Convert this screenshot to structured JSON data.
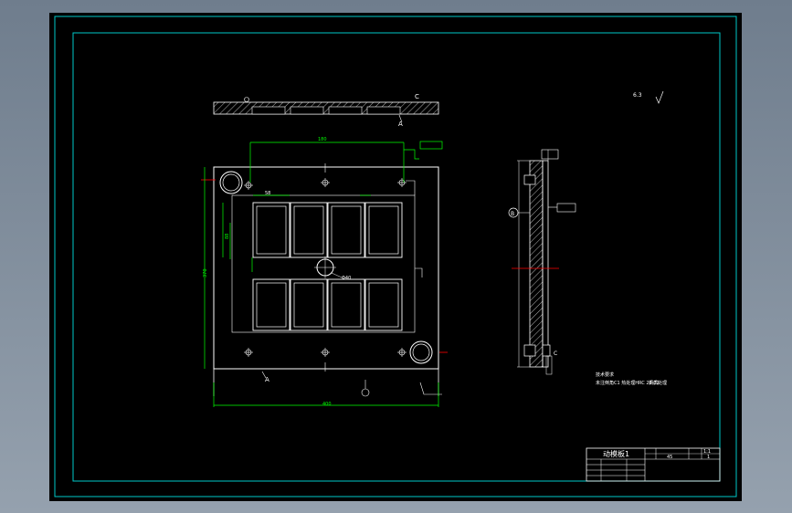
{
  "drawing": {
    "title_block": {
      "name": "动模板1",
      "scale": "1:1",
      "sheet": "1",
      "material": "45"
    },
    "section_labels": {
      "top_a": "A",
      "top_c": "C",
      "left_a": "A",
      "right_b": "B",
      "right_c": "C"
    },
    "notes": {
      "roughness": "6.3",
      "note_line1": "技术要求",
      "note_line2": "未注倒角C1 热处理HRC 28-32",
      "note_line3": "调质处理"
    },
    "dimensions": {
      "overall_width": "400",
      "overall_height": "370",
      "hole_pitch": "180",
      "pocket_width": "58",
      "pocket_height": "88",
      "center_hole": "Φ40"
    },
    "colors": {
      "border": "#00c8c8",
      "geometry": "#ffffff",
      "dimension": "#00ff00",
      "centerline": "#ff0000"
    }
  }
}
